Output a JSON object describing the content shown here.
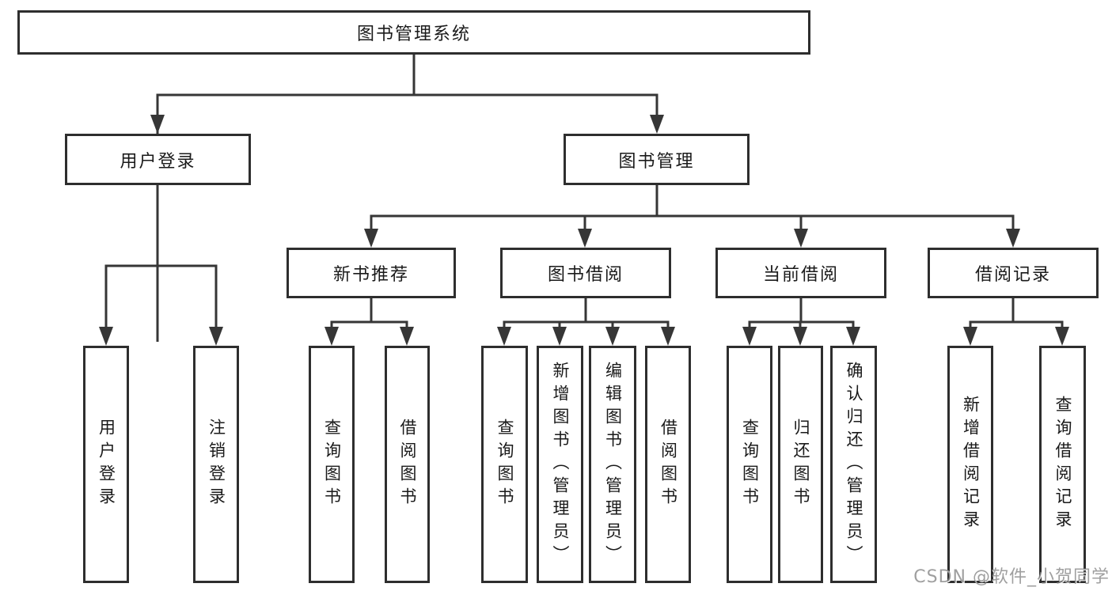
{
  "diagram": {
    "root": {
      "label": "图书管理系统"
    },
    "branches": [
      {
        "label": "用户登录",
        "children": [
          {
            "label": "用户登录"
          },
          {
            "label": "注销登录"
          }
        ]
      },
      {
        "label": "图书管理",
        "children": [
          {
            "label": "新书推荐",
            "children": [
              {
                "label": "查询图书"
              },
              {
                "label": "借阅图书"
              }
            ]
          },
          {
            "label": "图书借阅",
            "children": [
              {
                "label": "查询图书"
              },
              {
                "label": "新增图书（管理员）"
              },
              {
                "label": "编辑图书（管理员）"
              },
              {
                "label": "借阅图书"
              }
            ]
          },
          {
            "label": "当前借阅",
            "children": [
              {
                "label": "查询图书"
              },
              {
                "label": "归还图书"
              },
              {
                "label": "确认归还（管理员）"
              }
            ]
          },
          {
            "label": "借阅记录",
            "children": [
              {
                "label": "新增借阅记录"
              },
              {
                "label": "查询借阅记录"
              }
            ]
          }
        ]
      }
    ]
  },
  "watermark": {
    "text": "CSDN @软件_小贺同学"
  },
  "colors": {
    "line": "#363636",
    "box_border": "#2e2e2e",
    "text": "#1a1a1a",
    "watermark": "#878787",
    "background": "#ffffff"
  }
}
